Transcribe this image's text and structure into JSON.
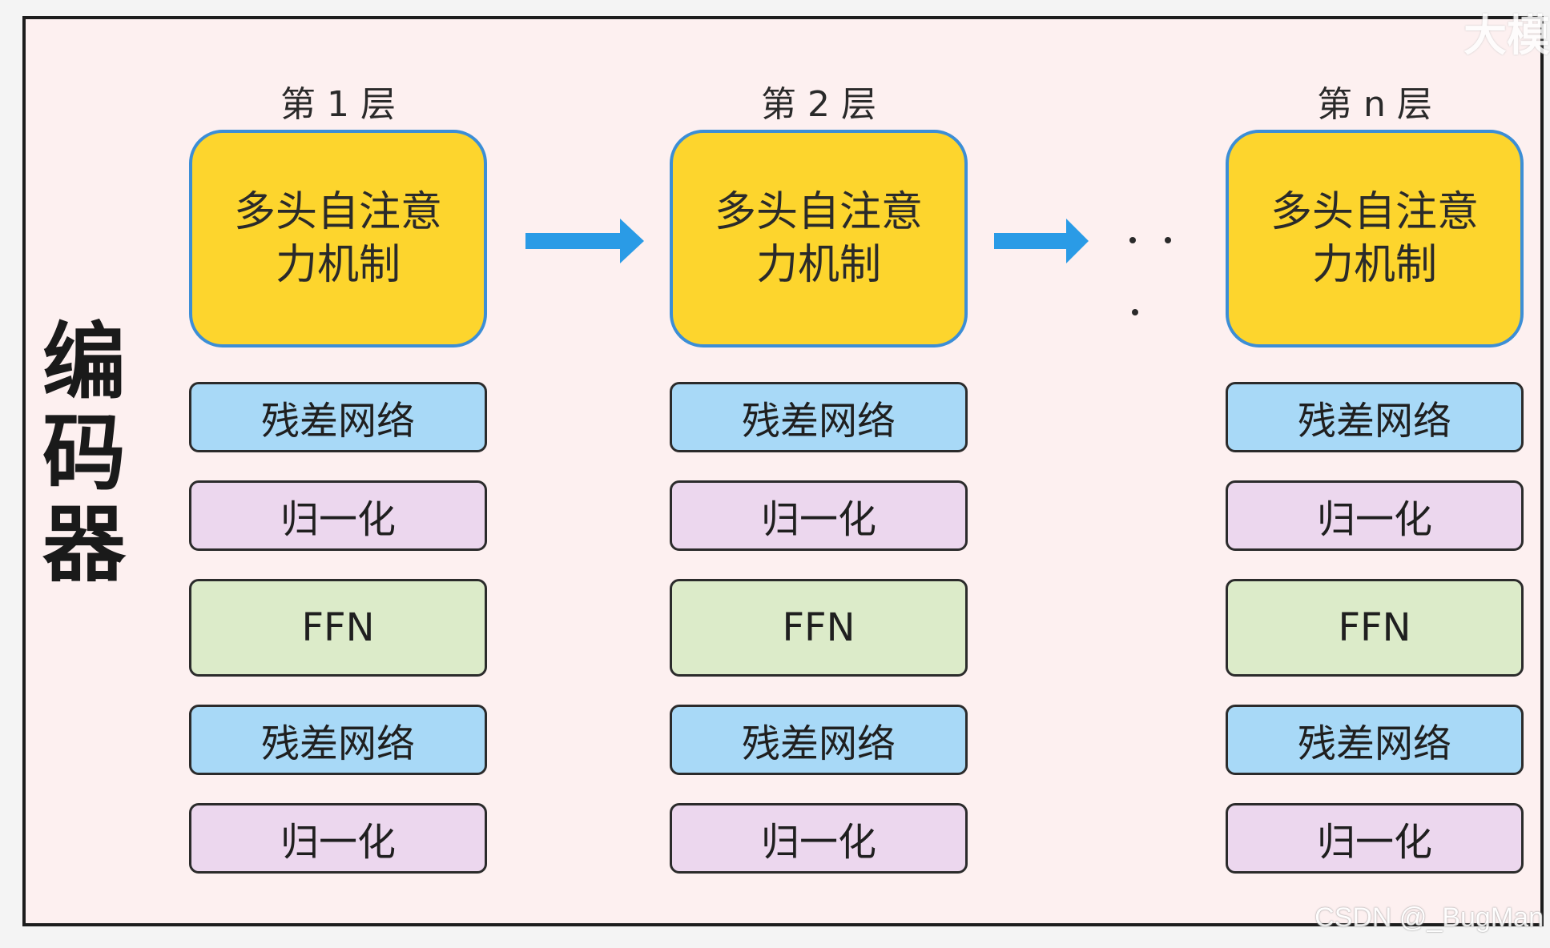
{
  "side_title": [
    "编",
    "码",
    "器"
  ],
  "layers": [
    {
      "title": "第 1 层",
      "attention": [
        "多头自注意",
        "力机制"
      ],
      "blocks": [
        "残差网络",
        "归一化",
        "FFN",
        "残差网络",
        "归一化"
      ]
    },
    {
      "title": "第 2 层",
      "attention": [
        "多头自注意",
        "力机制"
      ],
      "blocks": [
        "残差网络",
        "归一化",
        "FFN",
        "残差网络",
        "归一化"
      ]
    },
    {
      "title": "第 n 层",
      "attention": [
        "多头自注意",
        "力机制"
      ],
      "blocks": [
        "残差网络",
        "归一化",
        "FFN",
        "残差网络",
        "归一化"
      ]
    }
  ],
  "watermarks": {
    "top": "大模",
    "bottom": "CSDN @_BugMan"
  },
  "colors": {
    "attention_fill": "#fdd52d",
    "attention_border": "#3c8ed6",
    "residual_fill": "#a8d9f7",
    "norm_fill": "#ecd7ee",
    "ffn_fill": "#dcebc9",
    "arrow": "#2a9be6",
    "background": "#fdf0f0"
  }
}
